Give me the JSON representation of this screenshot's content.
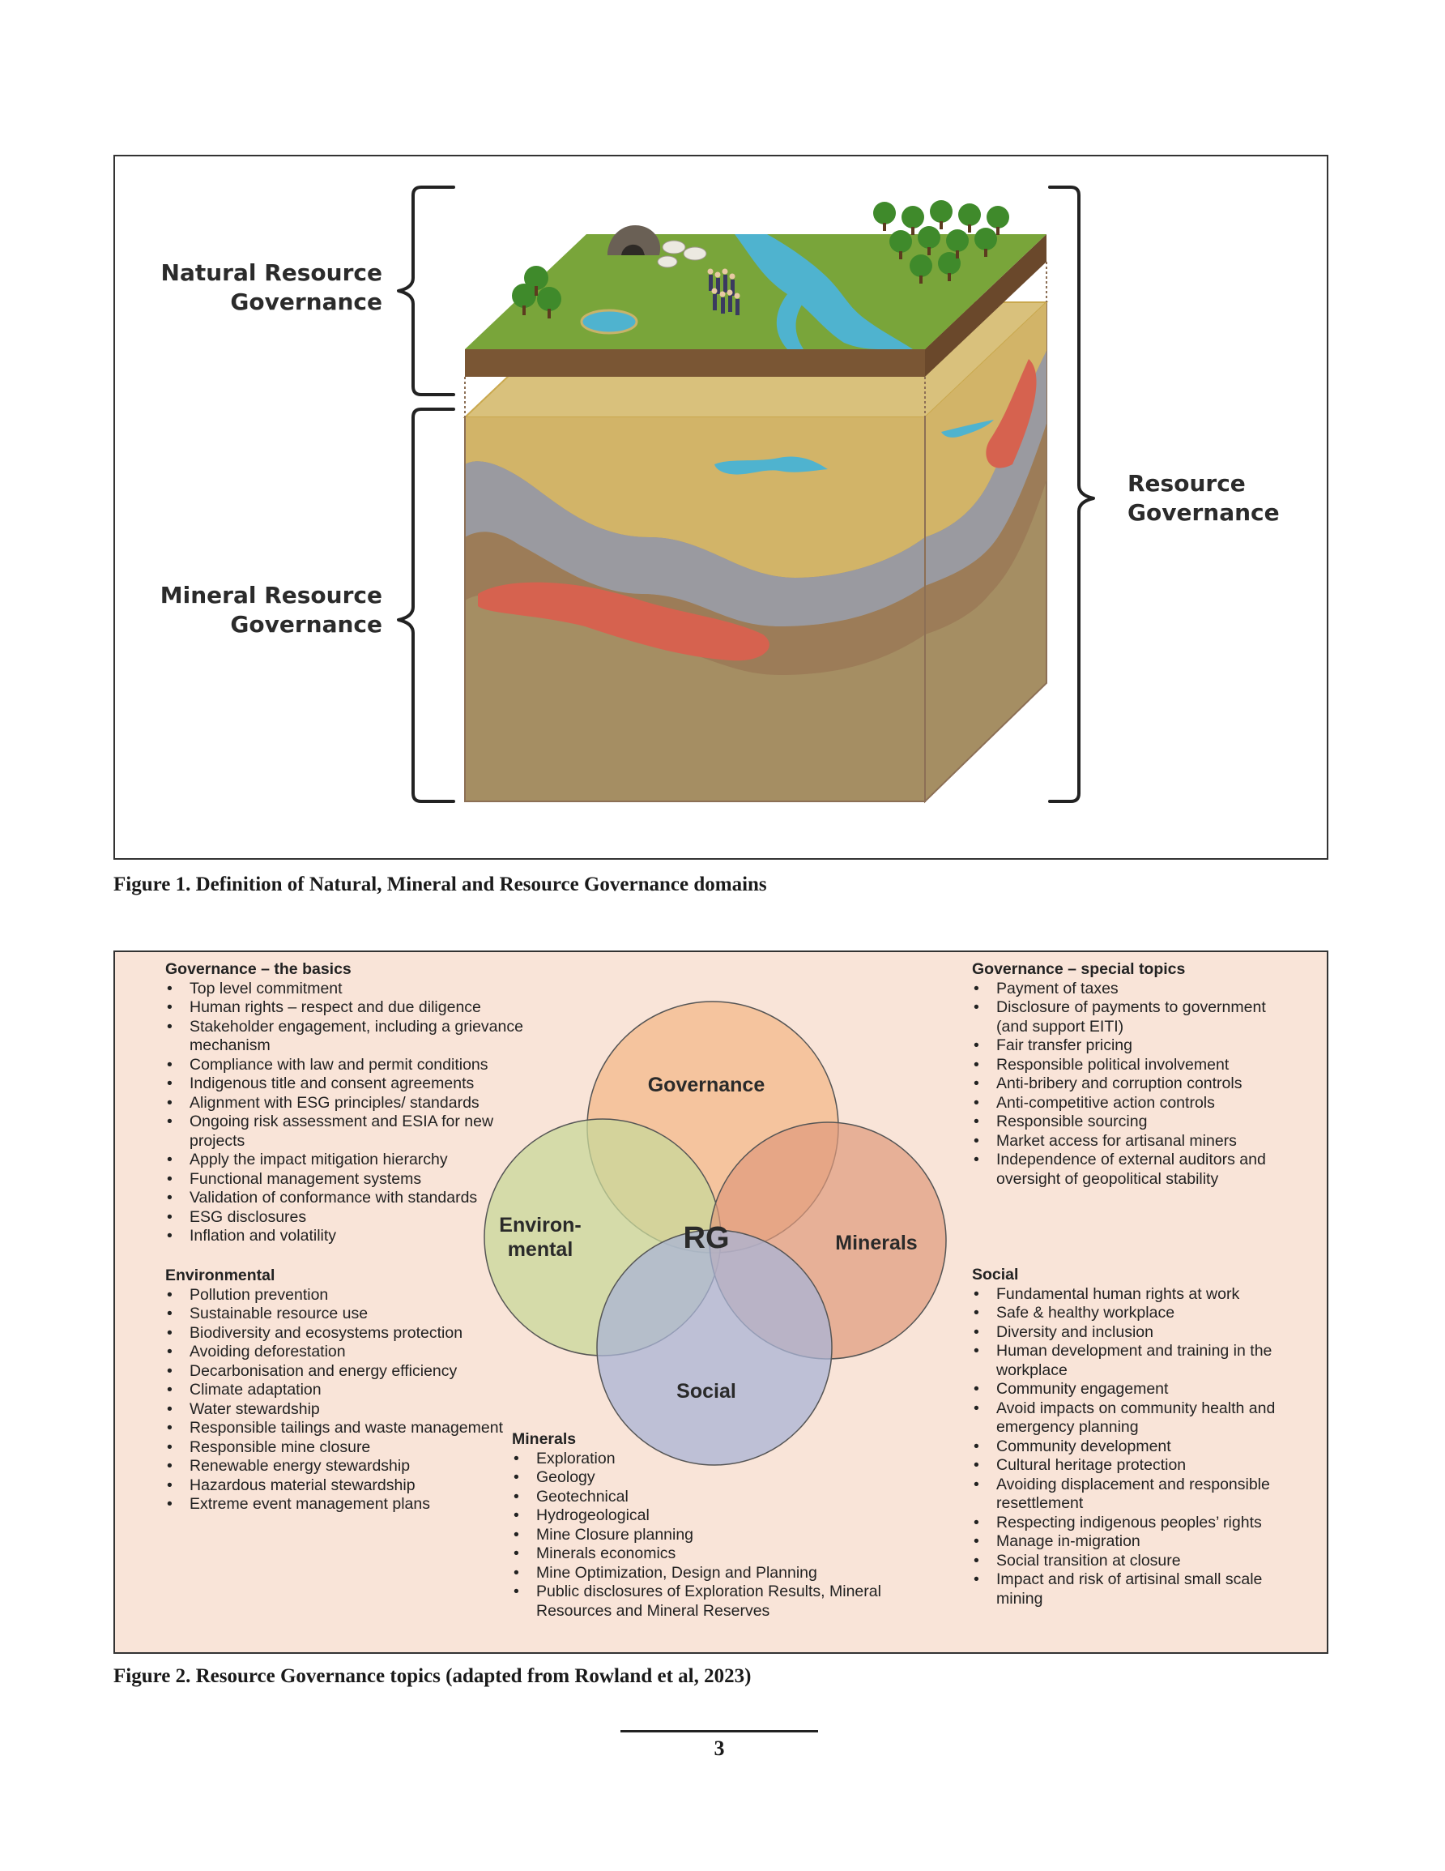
{
  "figure1": {
    "labels": {
      "natural": [
        "Natural Resource",
        "Governance"
      ],
      "mineral": [
        "Mineral Resource",
        "Governance"
      ],
      "resource": [
        "Resource",
        "Governance"
      ]
    },
    "caption": "Figure 1.  Definition of Natural, Mineral and Resource Governance domains",
    "colors": {
      "grass": "#79a53a",
      "soil": "#7a5634",
      "sand": "#d2b468",
      "grey_layer": "#9a9aa0",
      "brown_layer": "#a0845c",
      "base": "#a58e63",
      "ore": "#d6624f",
      "water": "#4fb3cf",
      "tree": "#3f8a2b"
    }
  },
  "figure2": {
    "caption": "Figure 2.  Resource Governance topics (adapted from Rowland et al, 2023)",
    "background": "#f9e4d8",
    "venn": {
      "governance": {
        "label": "Governance",
        "color": "#f3b98b"
      },
      "environmental": {
        "label_line1": "Environ-",
        "label_line2": "mental",
        "color": "#c8d89a"
      },
      "minerals": {
        "label": "Minerals",
        "color": "#df9a7c"
      },
      "social": {
        "label": "Social",
        "color": "#a9b4d6"
      },
      "center": "RG"
    },
    "basics": {
      "title": "Governance – the basics",
      "items": [
        "Top level commitment",
        "Human rights – respect and due diligence",
        "Stakeholder engagement, including a grievance mechanism",
        "Compliance with law and permit conditions",
        "Indigenous title and consent agreements",
        "Alignment with ESG principles/ standards",
        "Ongoing risk assessment and ESIA for new projects",
        "Apply the impact mitigation hierarchy",
        "Functional management systems",
        "Validation of conformance with standards",
        "ESG disclosures",
        "Inflation and volatility"
      ]
    },
    "environmental": {
      "title": "Environmental",
      "items": [
        "Pollution prevention",
        "Sustainable resource use",
        "Biodiversity and ecosystems protection",
        "Avoiding deforestation",
        "Decarbonisation and energy efficiency",
        "Climate adaptation",
        "Water stewardship",
        "Responsible tailings and waste management",
        "Responsible mine closure",
        "Renewable energy stewardship",
        "Hazardous material stewardship",
        "Extreme event management plans"
      ]
    },
    "special": {
      "title": "Governance – special topics",
      "items": [
        "Payment of taxes",
        "Disclosure of payments to government (and support EITI)",
        "Fair transfer pricing",
        "Responsible political involvement",
        "Anti-bribery and corruption controls",
        "Anti-competitive action controls",
        "Responsible sourcing",
        "Market access for artisanal miners",
        "Independence of external auditors and oversight of geopolitical stability"
      ]
    },
    "social": {
      "title": "Social",
      "items": [
        "Fundamental human rights at work",
        "Safe & healthy workplace",
        "Diversity and inclusion",
        "Human development and training in the workplace",
        "Community engagement",
        "Avoid impacts on community health and emergency planning",
        "Community development",
        "Cultural heritage protection",
        "Avoiding displacement and responsible resettlement",
        "Respecting indigenous peoples’ rights",
        "Manage in-migration",
        "Social transition at closure",
        "Impact and risk of artisinal small scale mining"
      ]
    },
    "minerals": {
      "title": "Minerals",
      "items": [
        "Exploration",
        "Geology",
        "Geotechnical",
        "Hydrogeological",
        "Mine Closure planning",
        "Minerals economics",
        "Mine Optimization, Design and Planning",
        "Public disclosures of Exploration Results, Mineral Resources and Mineral Reserves"
      ]
    }
  },
  "page_number": "3"
}
